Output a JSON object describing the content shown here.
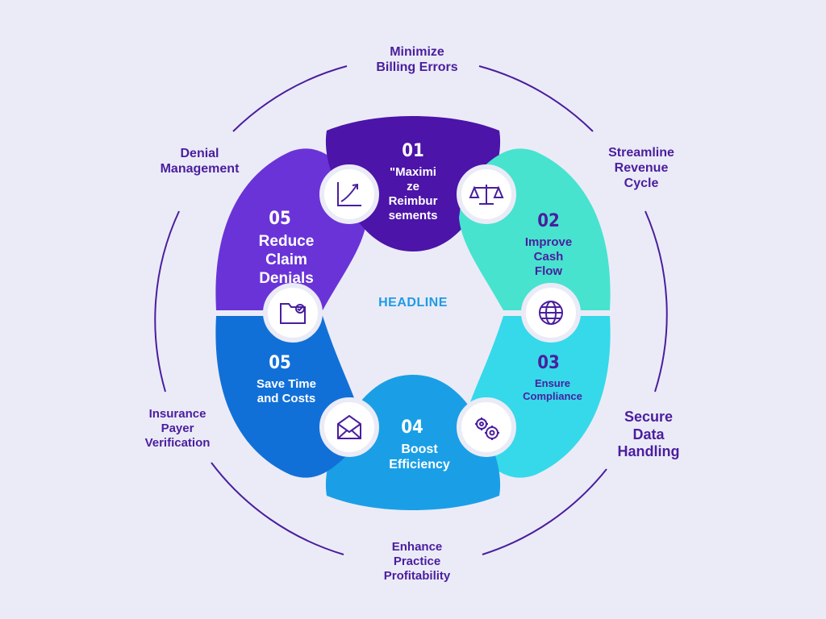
{
  "headline": "HEADLINE",
  "colors": {
    "background": "#ebebf7",
    "ring": "#4a1e9e",
    "seg1": "#4c14a8",
    "seg2": "#47e3cf",
    "seg3": "#35d9ea",
    "seg4": "#1a9fe6",
    "seg5a": "#1170d8",
    "seg5b": "#6a33d8",
    "icon": "#4a1e9e"
  },
  "outer_labels": [
    {
      "key": "top",
      "text": "Minimize\nBilling Errors"
    },
    {
      "key": "top-right",
      "text": "Streamline\nRevenue\nCycle"
    },
    {
      "key": "right",
      "text": "Secure\nData\nHandling"
    },
    {
      "key": "bottom",
      "text": "Enhance\nPractice\nProfitability"
    },
    {
      "key": "left",
      "text": "Insurance\nPayer\nVerification"
    },
    {
      "key": "top-left",
      "text": "Denial\nManagement"
    }
  ],
  "segments": [
    {
      "num": "01",
      "text": "\"Maximi\nze\nReimbur\nsements",
      "icon": "growth-chart-icon"
    },
    {
      "num": "02",
      "text": "Improve\nCash\nFlow",
      "icon": "balance-scale-icon"
    },
    {
      "num": "03",
      "text": "Ensure\nCompliance",
      "icon": "globe-icon"
    },
    {
      "num": "04",
      "text": "Boost\nEfficiency",
      "icon": "gears-icon"
    },
    {
      "num": "05",
      "text": "Save Time\nand Costs",
      "icon": "envelope-icon"
    },
    {
      "num": "05",
      "text": "Reduce\nClaim\nDenials",
      "icon": "folder-check-icon"
    }
  ]
}
